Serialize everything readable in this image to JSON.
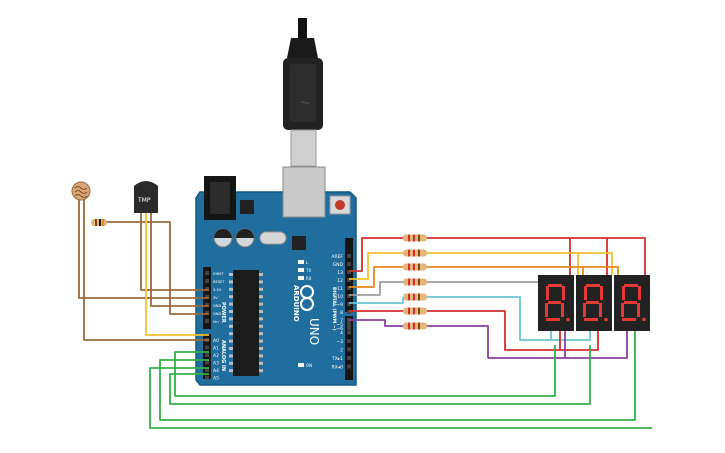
{
  "board": {
    "brand": "ARDUINO",
    "model": "UNO",
    "on_label": "ON",
    "tx_label": "TX",
    "rx_label": "RX",
    "l_label": "L",
    "power_section": "POWER",
    "analog_section": "ANALOG IN",
    "digital_section": "DIGITAL (PWM ~)",
    "power_pins": [
      "IOREF",
      "RESET",
      "3.3V",
      "5V",
      "GND",
      "GND",
      "Vin"
    ],
    "analog_pins": [
      "A0",
      "A1",
      "A2",
      "A3",
      "A4",
      "A5"
    ],
    "digital_pins": [
      "AREF",
      "GND",
      "13",
      "12",
      "~11",
      "~10",
      "~9",
      "8",
      "7",
      "~6",
      "~5",
      "4",
      "~3",
      "2",
      "TX▸1",
      "RX◂0"
    ]
  },
  "sensor": {
    "label": "TMP"
  },
  "colors": {
    "board": "#1f6e9e",
    "board_dark": "#155a83",
    "wire_red": "#d32f2f",
    "wire_yellow": "#f2c12e",
    "wire_orange": "#e98a1e",
    "wire_brown": "#9b6a3b",
    "wire_gray": "#9e9e9e",
    "wire_cyan": "#6cc6d6",
    "wire_purple": "#8e3fa8",
    "wire_green": "#35b04a",
    "display_red": "#e53935",
    "display_body": "#222222"
  }
}
